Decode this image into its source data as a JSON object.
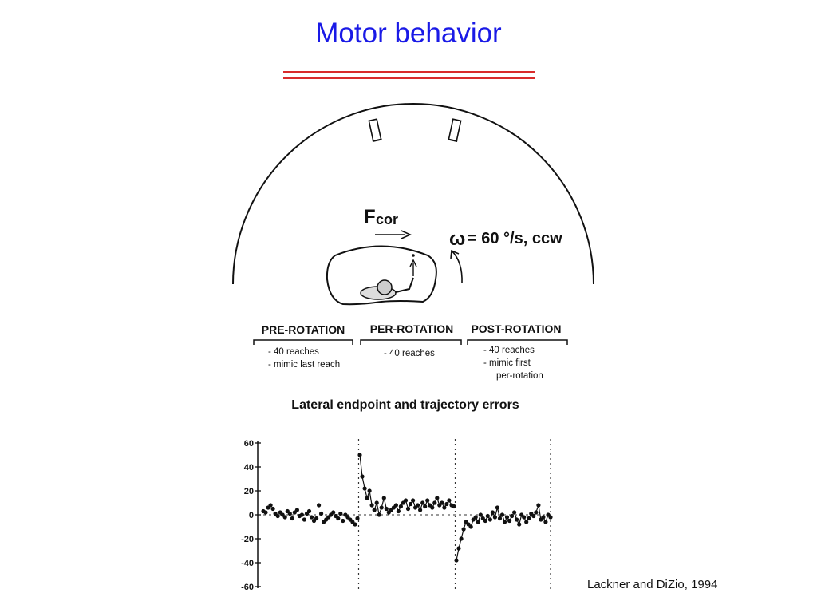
{
  "slide": {
    "title": "Motor behavior",
    "citation": "Lackner and DiZio, 1994"
  },
  "diagram": {
    "force_letter": "F",
    "force_subscript": "cor",
    "rotation_omega": "ω",
    "rotation_rate": "= 60 °/s,  ccw",
    "phases": [
      {
        "label": "PRE-ROTATION",
        "notes": [
          "- 40 reaches",
          "- mimic last reach"
        ]
      },
      {
        "label": "PER-ROTATION",
        "notes": [
          "- 40 reaches"
        ]
      },
      {
        "label": "POST-ROTATION",
        "notes": [
          "- 40 reaches",
          "- mimic first",
          "per-rotation"
        ]
      }
    ],
    "colors": {
      "title": "#1a1ae6",
      "rule": "#d92b2b",
      "ink": "#111111"
    }
  },
  "chart_data": {
    "type": "scatter",
    "title": "Lateral endpoint and trajectory errors",
    "xlabel": "",
    "ylabel": "",
    "ylim": [
      -60,
      60
    ],
    "yticks": [
      60,
      40,
      20,
      0,
      -20,
      -40,
      -60
    ],
    "phase_boundaries": [
      40.5,
      80.5
    ],
    "series": [
      {
        "x": [
          1,
          2,
          3,
          4,
          5,
          6,
          7,
          8,
          9,
          10,
          11,
          12,
          13,
          14,
          15,
          16,
          17,
          18,
          19,
          20,
          21,
          22,
          23,
          24,
          25,
          26,
          27,
          28,
          29,
          30,
          31,
          32,
          33,
          34,
          35,
          36,
          37,
          38,
          39,
          40,
          41,
          42,
          43,
          44,
          45,
          46,
          47,
          48,
          49,
          50,
          51,
          52,
          53,
          54,
          55,
          56,
          57,
          58,
          59,
          60,
          61,
          62,
          63,
          64,
          65,
          66,
          67,
          68,
          69,
          70,
          71,
          72,
          73,
          74,
          75,
          76,
          77,
          78,
          79,
          80,
          81,
          82,
          83,
          84,
          85,
          86,
          87,
          88,
          89,
          90,
          91,
          92,
          93,
          94,
          95,
          96,
          97,
          98,
          99,
          100,
          101,
          102,
          103,
          104,
          105,
          106,
          107,
          108,
          109,
          110,
          111,
          112,
          113,
          114,
          115,
          116,
          117,
          118,
          119,
          120
        ],
        "y": [
          3,
          2,
          6,
          8,
          5,
          1,
          -1,
          2,
          0,
          -2,
          3,
          1,
          -3,
          2,
          4,
          -1,
          0,
          -4,
          1,
          3,
          -2,
          -5,
          -3,
          8,
          1,
          -6,
          -4,
          -2,
          0,
          2,
          -1,
          -3,
          1,
          -5,
          0,
          -2,
          -4,
          -6,
          -8,
          -3,
          50,
          32,
          22,
          14,
          20,
          8,
          4,
          10,
          0,
          6,
          14,
          5,
          2,
          4,
          6,
          8,
          3,
          7,
          10,
          12,
          5,
          9,
          12,
          6,
          8,
          4,
          10,
          7,
          12,
          8,
          6,
          10,
          14,
          8,
          10,
          6,
          9,
          12,
          8,
          7,
          -38,
          -28,
          -20,
          -12,
          -6,
          -8,
          -10,
          -4,
          -2,
          -6,
          0,
          -3,
          -5,
          -1,
          -4,
          2,
          -2,
          6,
          -3,
          0,
          -6,
          -2,
          -5,
          -1,
          2,
          -4,
          -8,
          0,
          -2,
          -6,
          -3,
          1,
          -1,
          2,
          8,
          -4,
          -2,
          -6,
          0,
          -2
        ]
      }
    ]
  }
}
